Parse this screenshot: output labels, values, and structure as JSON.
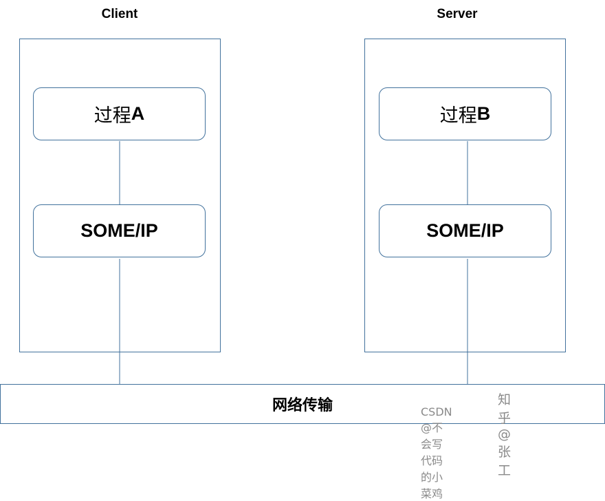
{
  "client": {
    "title": "Client",
    "process_text": "过程",
    "process_letter": "A",
    "protocol": "SOME/IP"
  },
  "server": {
    "title": "Server",
    "process_text": "过程",
    "process_letter": "B",
    "protocol": "SOME/IP"
  },
  "network": {
    "label": "网络传输"
  },
  "watermarks": {
    "zhihu": "知乎 @张工",
    "csdn": "CSDN @不会写代码的小菜鸡"
  },
  "colors": {
    "border": "#41719c",
    "line": "#41719c",
    "background": "#ffffff"
  }
}
